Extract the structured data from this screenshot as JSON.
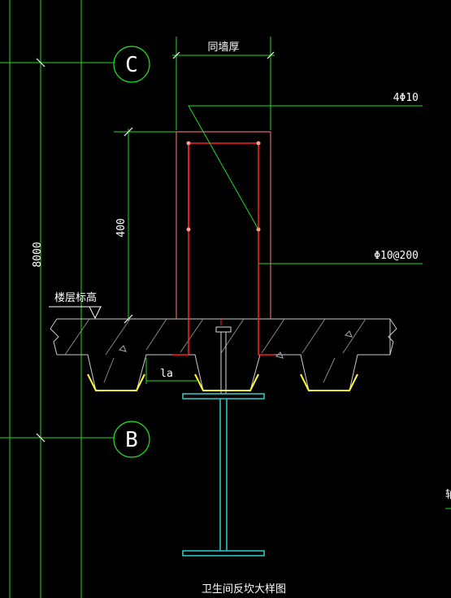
{
  "colors": {
    "background": "#000000",
    "grid_line": "#22dd22",
    "dimension_text": "#ffffff",
    "wall_outline": "#dd6666",
    "rebar": "#ff2020",
    "slab_outline": "#cccccc",
    "hatch": "#888888",
    "deck_edge": "#ffff33",
    "steel_beam": "#33cccc"
  },
  "drawing": {
    "title": "卫生间反坎大样图",
    "axis_top": "C",
    "axis_bottom": "B",
    "wall_thickness_label": "同墙厚",
    "top_bar_label": "4Φ10",
    "stirrup_label": "Φ10@200",
    "curb_height": "400",
    "axis_spacing": "8000",
    "floor_level_label": "楼层标高",
    "anchor_length_label": "la",
    "edge_fragment": "轴"
  }
}
